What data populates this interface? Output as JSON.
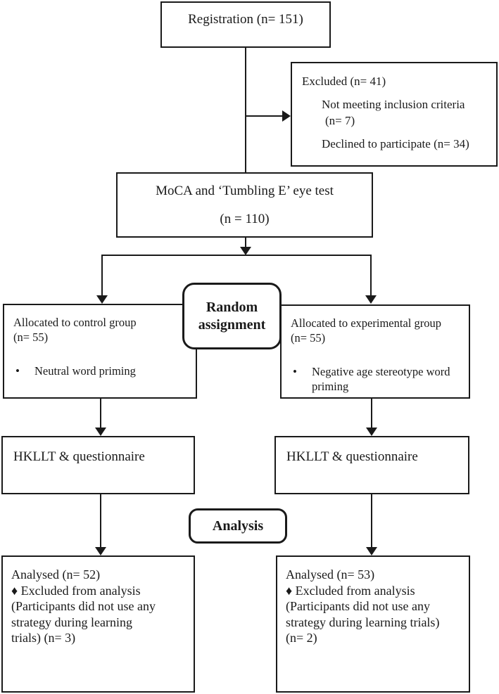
{
  "colors": {
    "ink": "#1a1a1a",
    "paper": "#ffffff"
  },
  "nodes": {
    "registration": {
      "label": "Registration (n= 151)"
    },
    "excluded": {
      "title": "Excluded (n= 41)",
      "reason1": "Not meeting inclusion criteria",
      "reason1_n": "(n= 7)",
      "reason2": "Declined to participate (n= 34)"
    },
    "screening": {
      "line1": "MoCA and ‘Tumbling E’ eye test",
      "line2": "(n = 110)"
    },
    "random_assignment": {
      "line1": "Random",
      "line2": "assignment"
    },
    "control_group": {
      "line1": "Allocated to control group",
      "line2": "(n= 55)",
      "bullet_glyph": "•",
      "bullet_text": "Neutral word priming"
    },
    "experimental_group": {
      "line1": "Allocated to experimental group",
      "line2": "(n= 55)",
      "bullet_glyph": "•",
      "bullet_line1": "Negative age stereotype word",
      "bullet_line2": "priming"
    },
    "hkllt_control": {
      "label": "HKLLT & questionnaire"
    },
    "hkllt_experimental": {
      "label": "HKLLT & questionnaire"
    },
    "analysis": {
      "label": "Analysis"
    },
    "analysed_control": {
      "lines": [
        "Analysed (n= 52)",
        "♦ Excluded from analysis",
        "(Participants did not use any",
        "strategy during learning",
        "trials) (n= 3)"
      ]
    },
    "analysed_experimental": {
      "lines": [
        "Analysed (n= 53)",
        "♦ Excluded from analysis",
        "(Participants did not use any",
        "strategy during learning trials)",
        "(n= 2)"
      ]
    }
  }
}
